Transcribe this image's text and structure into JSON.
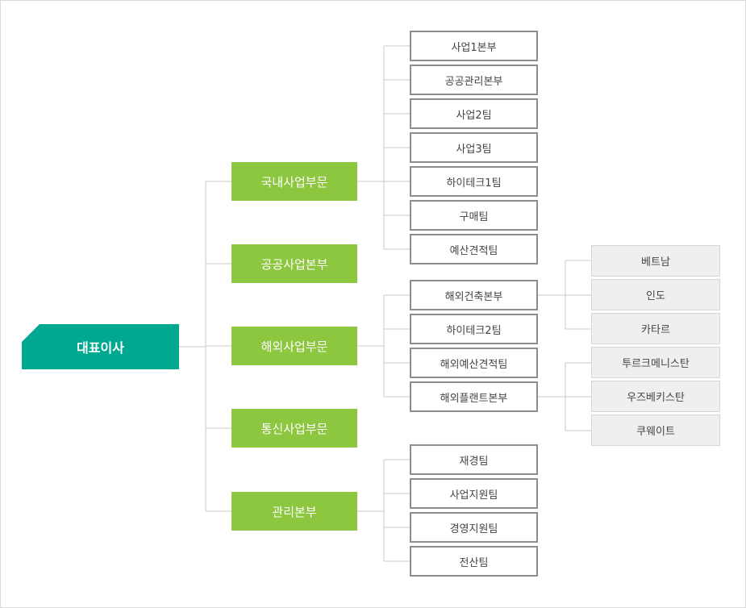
{
  "ceo": "대표이사",
  "divisions": [
    "국내사업부문",
    "공공사업본부",
    "해외사업부문",
    "통신사업부문",
    "관리본부"
  ],
  "domestic_teams": [
    "사업1본부",
    "공공관리본부",
    "사업2팀",
    "사업3팀",
    "하이테크1팀",
    "구매팀",
    "예산견적팀"
  ],
  "overseas_teams": [
    "해외건축본부",
    "하이테크2팀",
    "해외예산견적팀",
    "해외플랜트본부"
  ],
  "admin_teams": [
    "재경팀",
    "사업지원팀",
    "경영지원팀",
    "전산팀"
  ],
  "construction_regions": [
    "베트남",
    "인도",
    "카타르"
  ],
  "plant_regions": [
    "투르크메니스탄",
    "우즈베키스탄",
    "쿠웨이트"
  ],
  "colors": {
    "ceo": "#00a88f",
    "division": "#8dc63f",
    "team_border": "#8c8c8c",
    "region_fill": "#efefef",
    "connector": "#c8c8c8"
  }
}
